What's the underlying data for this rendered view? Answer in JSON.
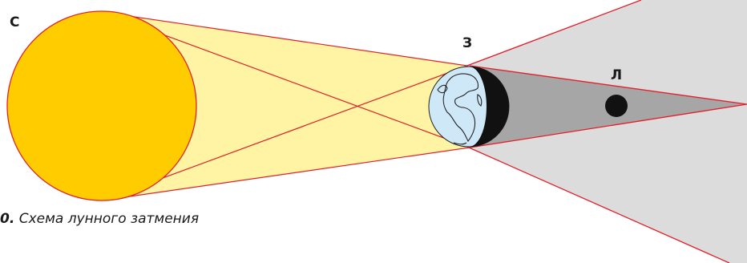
{
  "labels": {
    "sun": "С",
    "earth": "З",
    "moon": "Л"
  },
  "caption": {
    "number": "0.",
    "text": "Схема лунного затмения"
  },
  "colors": {
    "sun": "#ffcc00",
    "light_rays": "#fff4a3",
    "penumbra": "#dcdcdc",
    "umbra": "#a6a6a6",
    "earth_ocean": "#cfe8f7",
    "earth_night": "#111111",
    "moon": "#111111",
    "outline": "#e0202a"
  }
}
